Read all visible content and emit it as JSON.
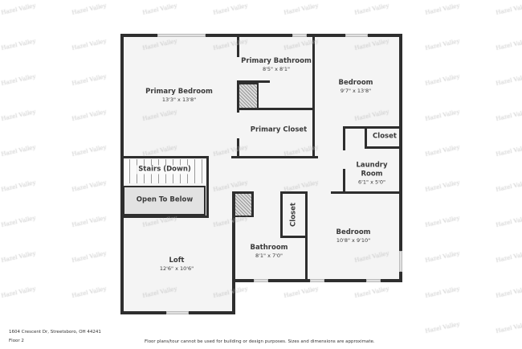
{
  "watermark": "Hazel Valley",
  "rooms": {
    "primary_bedroom": {
      "name": "Primary Bedroom",
      "dims": "13'3\" x 13'8\""
    },
    "primary_bathroom": {
      "name": "Primary Bathroom",
      "dims": "8'5\" x 8'1\""
    },
    "bedroom1": {
      "name": "Bedroom",
      "dims": "9'7\" x 13'8\""
    },
    "primary_closet": {
      "name": "Primary Closet"
    },
    "closet1": {
      "name": "Closet"
    },
    "laundry": {
      "name": "Laundry Room",
      "dims": "6'1\" x 5'0\""
    },
    "stairs": {
      "name": "Stairs (Down)"
    },
    "open_below": {
      "name": "Open To Below"
    },
    "closet2": {
      "name": "Closet"
    },
    "bathroom": {
      "name": "Bathroom",
      "dims": "8'1\" x 7'0\""
    },
    "bedroom2": {
      "name": "Bedroom",
      "dims": "10'8\" x 9'10\""
    },
    "loft": {
      "name": "Loft",
      "dims": "12'6\" x 10'6\""
    }
  },
  "footer": {
    "address": "1604 Crescent Dr, Streetsboro, OH 44241",
    "floor": "Floor 2",
    "disclaimer": "Floor plans/tour cannot be used for building or design purposes. Sizes and dimensions are approximate."
  }
}
